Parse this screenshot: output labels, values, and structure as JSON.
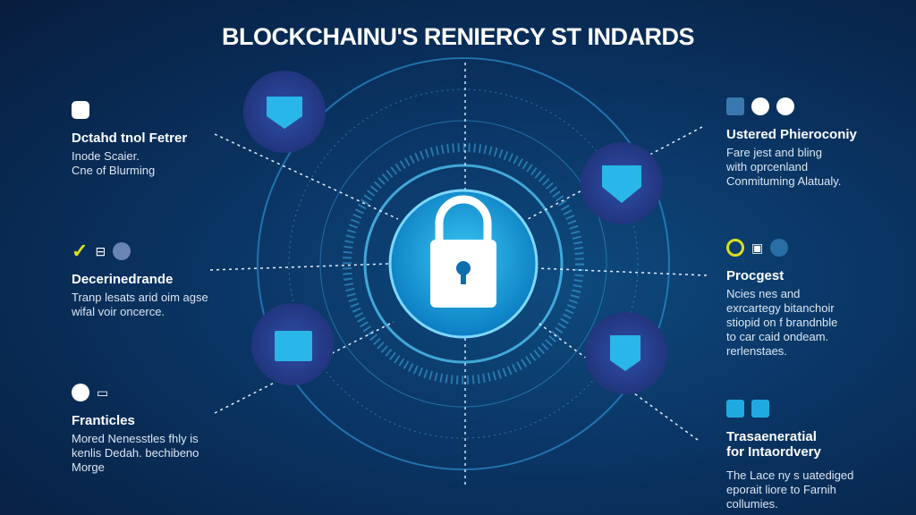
{
  "title": "BLOCKCHAINU'S RENIERCY ST INDARDS",
  "left": [
    {
      "title": "Dctahd tnol Fetrer",
      "body": [
        "Inode Scaier.",
        "Cne of Blurming"
      ]
    },
    {
      "title": "Decerinedrande",
      "body": [
        "Tranp lesats arid oim agse",
        "wifal voir oncerce."
      ]
    },
    {
      "title": "Franticles",
      "body": [
        "Mored Nenesstles fhly is",
        "kenlis Dedah. bechibeno",
        "Morge"
      ]
    }
  ],
  "right": [
    {
      "title": "Ustered Phieroconiy",
      "body": [
        "Fare jest and bling",
        "with oprcenland",
        "Conmituming Alatualy."
      ]
    },
    {
      "title": "Procgest",
      "body": [
        "Ncies nes and",
        "exrcartegy bitanchoir",
        "stiopid on f brandnble",
        "to car caid ondeam.",
        "rerlenstaes."
      ]
    },
    {
      "title": "Trasaeneratial\nfor Intaordvery",
      "title_lines": [
        "Trasaeneratial",
        "for Intaordvery"
      ],
      "body": [
        "The Lace ny s uatediged",
        "eporait liore to Farnih",
        "collumies."
      ]
    }
  ],
  "colors": {
    "accent": "#1fa9e0",
    "yellow": "#d8e020",
    "bg": "#0a3463"
  }
}
